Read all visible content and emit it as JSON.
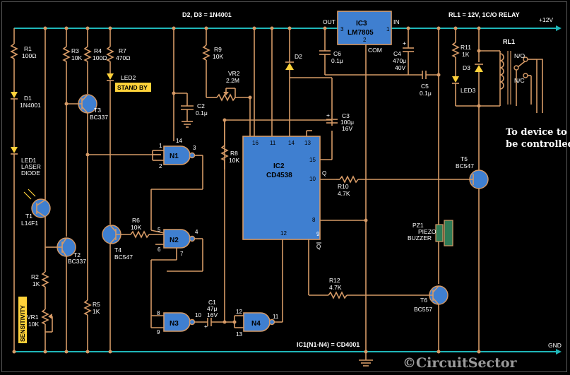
{
  "header": {
    "diodes_note": "D2, D3 = 1N4001",
    "relay_note": "RL1 = 12V, 1C/O RELAY",
    "supply": "+12V",
    "ground": "GND",
    "gates_note": "IC1(N1-N4) = CD4001"
  },
  "regulator": {
    "ref": "IC3",
    "part": "LM7805",
    "pin_out": "OUT",
    "pin_in": "IN",
    "pin_com": "COM",
    "p1": "3",
    "p2": "1",
    "p3": "2"
  },
  "timer": {
    "ref": "IC2",
    "part": "CD4538",
    "pins_top": [
      "16",
      "11",
      "14",
      "13"
    ],
    "pin15": "15",
    "pin10": "10",
    "pin8": "8",
    "pin9": "9",
    "pin12": "12",
    "q": "Q",
    "qbar": "Q"
  },
  "gates": {
    "n1": {
      "name": "N1",
      "in1": "1",
      "in2": "2",
      "out": "3",
      "vdd": "14"
    },
    "n2": {
      "name": "N2",
      "in1": "5",
      "in2": "6",
      "out": "4",
      "ext": "7"
    },
    "n3": {
      "name": "N3",
      "in1": "8",
      "in2": "9",
      "out": "10"
    },
    "n4": {
      "name": "N4",
      "in1": "12",
      "in2": "13",
      "out": "11"
    }
  },
  "components": {
    "r1": [
      "R1",
      "100Ω"
    ],
    "d1": [
      "D1",
      "1N4001"
    ],
    "led1": [
      "LED1",
      "LASER",
      "DIODE"
    ],
    "t1": [
      "T1",
      "L14F1"
    ],
    "r2": [
      "R2",
      "1K"
    ],
    "vr1": [
      "VR1",
      "10K"
    ],
    "sensitivity": "SENSITIVITY",
    "r3": [
      "R3",
      "10K"
    ],
    "t3": [
      "T3",
      "BC337"
    ],
    "t2": [
      "T2",
      "BC337"
    ],
    "r5": [
      "R5",
      "1K"
    ],
    "r4": [
      "R4",
      "100Ω"
    ],
    "r7": [
      "R7",
      "470Ω"
    ],
    "led2": "LED2",
    "standby": "STAND BY",
    "r6": [
      "R6",
      "10K"
    ],
    "t4": [
      "T4",
      "BC547"
    ],
    "c2": [
      "C2",
      "0.1μ"
    ],
    "r9": [
      "R9",
      "10K"
    ],
    "vr2": [
      "VR2",
      "2.2M"
    ],
    "r8": [
      "R8",
      "10K"
    ],
    "c1": [
      "C1",
      "47μ",
      "16V"
    ],
    "d2": "D2",
    "c6": [
      "C6",
      "0.1μ"
    ],
    "c3": [
      "C3",
      "100μ",
      "16V"
    ],
    "c4": [
      "C4",
      "470μ",
      "40V"
    ],
    "c5": [
      "C5",
      "0.1μ"
    ],
    "r11": [
      "R11",
      "1K"
    ],
    "d3": "D3",
    "led3": "LED3",
    "rl1": "RL1",
    "no": "N/O",
    "nc": "N/C",
    "r10": [
      "R10",
      "4.7K"
    ],
    "t5": [
      "T5",
      "BC547"
    ],
    "pz1": [
      "PZ1",
      "PIEZO",
      "BUZZER"
    ],
    "r12": [
      "R12",
      "4.7K"
    ],
    "t6": [
      "T6",
      "BC557"
    ]
  },
  "annotation": {
    "line1": "To device to",
    "line2": "be controlled"
  },
  "watermark": "©CircuitSector"
}
